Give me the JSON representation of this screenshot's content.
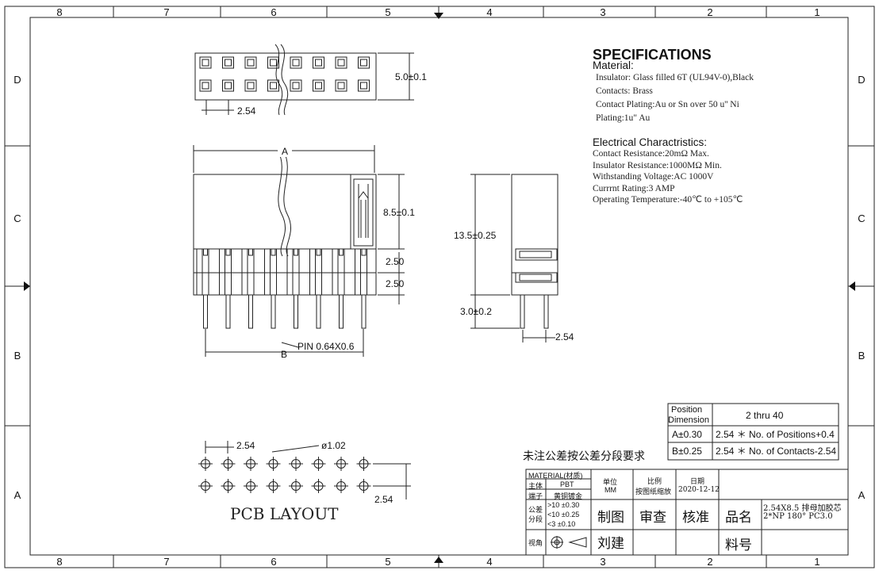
{
  "border": {
    "top_zones": [
      "8",
      "7",
      "6",
      "5",
      "4",
      "3",
      "2",
      "1"
    ],
    "bottom_zones": [
      "8",
      "7",
      "6",
      "5",
      "4",
      "3",
      "2",
      "1"
    ],
    "left_rows": [
      "D",
      "C",
      "B",
      "A"
    ],
    "right_rows": [
      "D",
      "C",
      "B",
      "A"
    ]
  },
  "specifications": {
    "title": "SPECIFICATIONS",
    "material_heading": "Material:",
    "material_lines": [
      "Insulator: Glass filled 6T (UL94V-0),Black",
      "Contacts: Brass",
      "Contact Plating:Au or Sn over 50 u'' Ni",
      "Plating:1u\" Au"
    ],
    "electrical_heading": "Electrical Charactristics:",
    "electrical_lines": [
      "Contact Resistance:20mΩ Max.",
      "Insulator Resistance:1000MΩ Min.",
      "Withstanding Voltage:AC 1000V",
      "Currrnt Rating:3 AMP",
      "Operating Temperature:-40℃ to +105℃"
    ]
  },
  "dimensions": {
    "top_pitch": "2.54",
    "top_width": "5.0±0.1",
    "label_a": "A",
    "label_b": "B",
    "insulator_height": "8.5±0.1",
    "step_1": "2.50",
    "step_2": "2.50",
    "pin": "PIN 0.64X0.6",
    "overall_height": "13.5±0.25",
    "tail_length": "3.0±0.2",
    "side_pitch": "2.54",
    "pcb_pitch_x": "2.54",
    "pcb_hole": "ø1.02",
    "pcb_pitch_y": "2.54",
    "pcb_title": "PCB LAYOUT"
  },
  "position_table": {
    "header_label": "Position Dimension",
    "header_value": "2 thru 40",
    "rows": [
      {
        "label": "A±0.30",
        "value": "2.54 ＊ No. of Positions+0.4"
      },
      {
        "label": "B±0.25",
        "value": "2.54 ＊ No. of Contacts-2.54"
      }
    ]
  },
  "tolerance_note": "未注公差按公差分段要求",
  "title_block": {
    "material_header": "MATERIAL(材质)",
    "body_label": "主体",
    "body_value": "PBT",
    "terminal_label": "端子",
    "terminal_value": "黄铜镀金",
    "unit_label": "单位",
    "unit_value": "MM",
    "scale_label": "比例",
    "scale_value": "按图纸缩放",
    "date_label": "日期",
    "date_value": "2020-12-12",
    "tol_label": "公差分段",
    "tol_rows": [
      ">10 ±0.30",
      "<10 ±0.25",
      "<3 ±0.10"
    ],
    "draw": "制图",
    "check": "审查",
    "approve": "核准",
    "name_label": "品名",
    "name_value_1": "2.54X8.5 排母加胶芯",
    "name_value_2": "2*NP 180° PC3.0",
    "view_label": "视角",
    "drafter": "刘建",
    "part_no_label": "料号"
  }
}
